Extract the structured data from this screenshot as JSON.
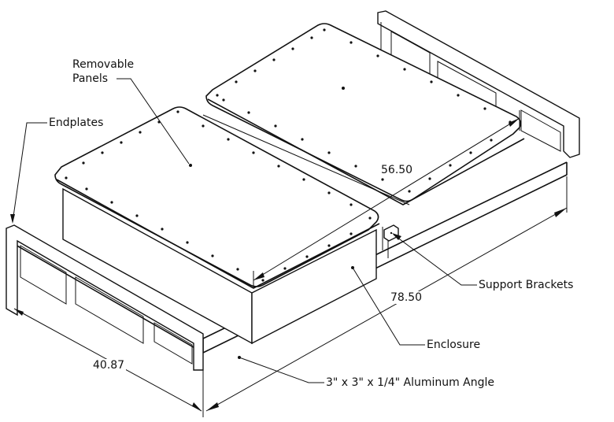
{
  "labels": {
    "removable_panels_line1": "Removable",
    "removable_panels_line2": "Panels",
    "endplates": "Endplates",
    "support_brackets": "Support Brackets",
    "enclosure": "Enclosure",
    "aluminum_angle": "3\" x 3\" x 1/4\" Aluminum Angle"
  },
  "dimensions": {
    "panel_length": "56.50",
    "overall_length": "78.50",
    "overall_width": "40.87"
  }
}
